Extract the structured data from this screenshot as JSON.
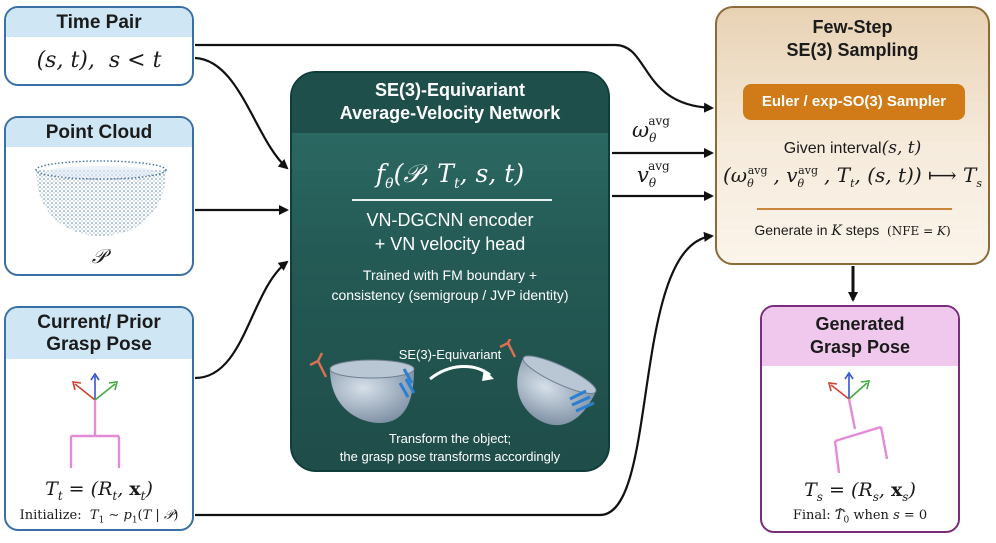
{
  "time_pair": {
    "title": "Time Pair",
    "formula": "(s, t),  s < t"
  },
  "point_cloud": {
    "title": "Point Cloud",
    "symbol": "𝒫"
  },
  "grasp_pose": {
    "title_line1": "Current/ Prior",
    "title_line2": "Grasp Pose",
    "formula": "T_t = (R_t, x_t)",
    "init_label": "Initialize:",
    "init_formula": "T_1 ∼ p_1(T | 𝒫)"
  },
  "network": {
    "title_line1": "SE(3)-Equivariant",
    "title_line2": "Average-Velocity Network",
    "function": "f_θ(𝒫, T_t, s, t)",
    "encoder_line1": "VN-DGCNN encoder",
    "encoder_line2": "+ VN velocity head",
    "trained_line1": "Trained with FM boundary +",
    "trained_line2": "consistency (semigroup / JVP identity)",
    "equivariant_label": "SE(3)-Equivariant",
    "caption_line1": "Transform the object;",
    "caption_line2": "the grasp pose transforms accordingly"
  },
  "outputs": {
    "omega": "ω_θ^avg",
    "v": "v_θ^avg"
  },
  "sampler": {
    "title_line1": "Few-Step",
    "title_line2": "SE(3) Sampling",
    "button": "Euler / exp-SO(3) Sampler",
    "given_label": "Given interval",
    "given_formula": "(s, t)",
    "update": "(ω_θ^avg, v_θ^avg, T_t, (s, t)) ⟼ T_s",
    "steps_label": "Generate in K steps",
    "nfe": "(NFE = K)"
  },
  "generated": {
    "title_line1": "Generated",
    "title_line2": "Grasp Pose",
    "formula": "T_s = (R_s, x_s)",
    "final_label": "Final:",
    "final_formula": "T̂_0 when s = 0"
  },
  "colors": {
    "blue_border": "#3a6fa5",
    "blue_header": "#cfe6f5",
    "network_teal": "#245a55",
    "sampler_orange": "#d07a18",
    "generated_purple": "#7a2d7c",
    "gripper_pink": "#e38bd6"
  }
}
